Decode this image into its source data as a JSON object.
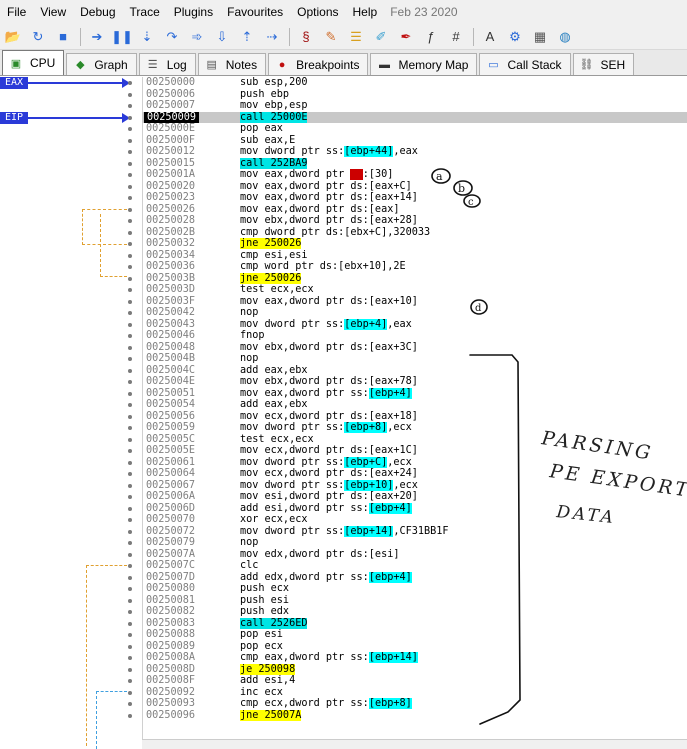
{
  "menu": {
    "items": [
      "File",
      "View",
      "Debug",
      "Trace",
      "Plugins",
      "Favourites",
      "Options",
      "Help"
    ],
    "date": "Feb 23 2020"
  },
  "toolbar": {
    "buttons": [
      "open-icon",
      "restart-icon",
      "stop-icon",
      "run-icon",
      "pause-icon",
      "step-into-icon",
      "step-over-icon",
      "trace-into-icon",
      "trace-over-icon",
      "execute-till-return-icon",
      "run-to-user-code-icon",
      "scylla-icon",
      "patch-icon",
      "script-icon",
      "comment-icon",
      "label-icon",
      "function-icon",
      "hash-icon",
      "font-icon",
      "settings-icon",
      "calculator-icon",
      "globe-icon"
    ]
  },
  "tabs": [
    {
      "label": "CPU",
      "icon": "cpu-icon"
    },
    {
      "label": "Graph",
      "icon": "graph-icon"
    },
    {
      "label": "Log",
      "icon": "log-icon"
    },
    {
      "label": "Notes",
      "icon": "notes-icon"
    },
    {
      "label": "Breakpoints",
      "icon": "breakpoint-icon"
    },
    {
      "label": "Memory Map",
      "icon": "memory-icon"
    },
    {
      "label": "Call Stack",
      "icon": "callstack-icon"
    },
    {
      "label": "SEH",
      "icon": "seh-icon"
    }
  ],
  "registers": {
    "eax": "EAX",
    "eip": "EIP"
  },
  "rows": [
    {
      "addr": "00250000",
      "parts": [
        [
          "t",
          "sub esp,200"
        ]
      ]
    },
    {
      "addr": "00250006",
      "parts": [
        [
          "t",
          "push ebp"
        ]
      ]
    },
    {
      "addr": "00250007",
      "parts": [
        [
          "t",
          "mov ebp,esp"
        ]
      ]
    },
    {
      "addr": "00250009",
      "eip": true,
      "parts": [
        [
          "call",
          "call 25000E"
        ]
      ]
    },
    {
      "addr": "0025000E",
      "parts": [
        [
          "t",
          "pop eax"
        ]
      ]
    },
    {
      "addr": "0025000F",
      "parts": [
        [
          "t",
          "sub eax,E"
        ]
      ]
    },
    {
      "addr": "00250012",
      "parts": [
        [
          "t",
          "mov dword ptr ss:"
        ],
        [
          "reg",
          "[ebp+44]"
        ],
        [
          "t",
          ",eax"
        ]
      ]
    },
    {
      "addr": "00250015",
      "parts": [
        [
          "call",
          "call 252BA9"
        ]
      ]
    },
    {
      "addr": "0025001A",
      "parts": [
        [
          "t",
          "mov eax,dword ptr "
        ],
        [
          "red",
          "fs"
        ],
        [
          "t",
          ":[30]"
        ]
      ]
    },
    {
      "addr": "00250020",
      "parts": [
        [
          "t",
          "mov eax,dword ptr ds:[eax+C]"
        ]
      ]
    },
    {
      "addr": "00250023",
      "parts": [
        [
          "t",
          "mov eax,dword ptr ds:[eax+14]"
        ]
      ]
    },
    {
      "addr": "00250026",
      "parts": [
        [
          "t",
          "mov eax,dword ptr ds:[eax]"
        ]
      ]
    },
    {
      "addr": "00250028",
      "parts": [
        [
          "t",
          "mov ebx,dword ptr ds:[eax+28]"
        ]
      ]
    },
    {
      "addr": "0025002B",
      "parts": [
        [
          "t",
          "cmp dword ptr ds:[ebx+C],320033"
        ]
      ]
    },
    {
      "addr": "00250032",
      "parts": [
        [
          "jmp",
          "jne 250026"
        ]
      ]
    },
    {
      "addr": "00250034",
      "parts": [
        [
          "t",
          "cmp esi,esi"
        ]
      ]
    },
    {
      "addr": "00250036",
      "parts": [
        [
          "t",
          "cmp word ptr ds:[ebx+10],2E"
        ]
      ]
    },
    {
      "addr": "0025003B",
      "parts": [
        [
          "jmp",
          "jne 250026"
        ]
      ]
    },
    {
      "addr": "0025003D",
      "parts": [
        [
          "t",
          "test ecx,ecx"
        ]
      ]
    },
    {
      "addr": "0025003F",
      "parts": [
        [
          "t",
          "mov eax,dword ptr ds:[eax+10]"
        ]
      ]
    },
    {
      "addr": "00250042",
      "parts": [
        [
          "t",
          "nop"
        ]
      ]
    },
    {
      "addr": "00250043",
      "parts": [
        [
          "t",
          "mov dword ptr ss:"
        ],
        [
          "reg",
          "[ebp+4]"
        ],
        [
          "t",
          ",eax"
        ]
      ]
    },
    {
      "addr": "00250046",
      "parts": [
        [
          "t",
          "fnop"
        ]
      ]
    },
    {
      "addr": "00250048",
      "parts": [
        [
          "t",
          "mov ebx,dword ptr ds:[eax+3C]"
        ]
      ]
    },
    {
      "addr": "0025004B",
      "parts": [
        [
          "t",
          "nop"
        ]
      ]
    },
    {
      "addr": "0025004C",
      "parts": [
        [
          "t",
          "add eax,ebx"
        ]
      ]
    },
    {
      "addr": "0025004E",
      "parts": [
        [
          "t",
          "mov ebx,dword ptr ds:[eax+78]"
        ]
      ]
    },
    {
      "addr": "00250051",
      "parts": [
        [
          "t",
          "mov eax,dword ptr ss:"
        ],
        [
          "reg",
          "[ebp+4]"
        ]
      ]
    },
    {
      "addr": "00250054",
      "parts": [
        [
          "t",
          "add eax,ebx"
        ]
      ]
    },
    {
      "addr": "00250056",
      "parts": [
        [
          "t",
          "mov ecx,dword ptr ds:[eax+18]"
        ]
      ]
    },
    {
      "addr": "00250059",
      "parts": [
        [
          "t",
          "mov dword ptr ss:"
        ],
        [
          "reg",
          "[ebp+8]"
        ],
        [
          "t",
          ",ecx"
        ]
      ]
    },
    {
      "addr": "0025005C",
      "parts": [
        [
          "t",
          "test ecx,ecx"
        ]
      ]
    },
    {
      "addr": "0025005E",
      "parts": [
        [
          "t",
          "mov ecx,dword ptr ds:[eax+1C]"
        ]
      ]
    },
    {
      "addr": "00250061",
      "parts": [
        [
          "t",
          "mov dword ptr ss:"
        ],
        [
          "reg",
          "[ebp+C]"
        ],
        [
          "t",
          ",ecx"
        ]
      ]
    },
    {
      "addr": "00250064",
      "parts": [
        [
          "t",
          "mov ecx,dword ptr ds:[eax+24]"
        ]
      ]
    },
    {
      "addr": "00250067",
      "parts": [
        [
          "t",
          "mov dword ptr ss:"
        ],
        [
          "reg",
          "[ebp+10]"
        ],
        [
          "t",
          ",ecx"
        ]
      ]
    },
    {
      "addr": "0025006A",
      "parts": [
        [
          "t",
          "mov esi,dword ptr ds:[eax+20]"
        ]
      ]
    },
    {
      "addr": "0025006D",
      "parts": [
        [
          "t",
          "add esi,dword ptr ss:"
        ],
        [
          "reg",
          "[ebp+4]"
        ]
      ]
    },
    {
      "addr": "00250070",
      "parts": [
        [
          "t",
          "xor ecx,ecx"
        ]
      ]
    },
    {
      "addr": "00250072",
      "parts": [
        [
          "t",
          "mov dword ptr ss:"
        ],
        [
          "reg",
          "[ebp+14]"
        ],
        [
          "t",
          ",CF31BB1F"
        ]
      ]
    },
    {
      "addr": "00250079",
      "parts": [
        [
          "t",
          "nop"
        ]
      ]
    },
    {
      "addr": "0025007A",
      "parts": [
        [
          "t",
          "mov edx,dword ptr ds:[esi]"
        ]
      ]
    },
    {
      "addr": "0025007C",
      "parts": [
        [
          "t",
          "clc"
        ]
      ]
    },
    {
      "addr": "0025007D",
      "parts": [
        [
          "t",
          "add edx,dword ptr ss:"
        ],
        [
          "reg",
          "[ebp+4]"
        ]
      ]
    },
    {
      "addr": "00250080",
      "parts": [
        [
          "t",
          "push ecx"
        ]
      ]
    },
    {
      "addr": "00250081",
      "parts": [
        [
          "t",
          "push esi"
        ]
      ]
    },
    {
      "addr": "00250082",
      "parts": [
        [
          "t",
          "push edx"
        ]
      ]
    },
    {
      "addr": "00250083",
      "parts": [
        [
          "call",
          "call 2526ED"
        ]
      ]
    },
    {
      "addr": "00250088",
      "parts": [
        [
          "t",
          "pop esi"
        ]
      ]
    },
    {
      "addr": "00250089",
      "parts": [
        [
          "t",
          "pop ecx"
        ]
      ]
    },
    {
      "addr": "0025008A",
      "parts": [
        [
          "t",
          "cmp eax,dword ptr ss:"
        ],
        [
          "reg",
          "[ebp+14]"
        ]
      ]
    },
    {
      "addr": "0025008D",
      "parts": [
        [
          "jmp",
          "je 250098"
        ]
      ]
    },
    {
      "addr": "0025008F",
      "parts": [
        [
          "t",
          "add esi,4"
        ]
      ]
    },
    {
      "addr": "00250092",
      "parts": [
        [
          "t",
          "inc ecx"
        ]
      ]
    },
    {
      "addr": "00250093",
      "parts": [
        [
          "t",
          "cmp ecx,dword ptr ss:"
        ],
        [
          "reg",
          "[ebp+8]"
        ]
      ]
    },
    {
      "addr": "00250096",
      "parts": [
        [
          "jmp",
          "jne 25007A"
        ]
      ]
    }
  ],
  "annotations": {
    "markers": [
      "a",
      "b",
      "c",
      "d"
    ],
    "note_lines": [
      "PARSING",
      "PE EXPORT",
      "DATA"
    ]
  },
  "colors": {
    "call_highlight": "#00e5e5",
    "jump_highlight": "#ffff00",
    "register_arrow": "#2a3ad8",
    "jump_line_orange": "#e0a030",
    "jump_line_blue": "#40a0e0"
  }
}
